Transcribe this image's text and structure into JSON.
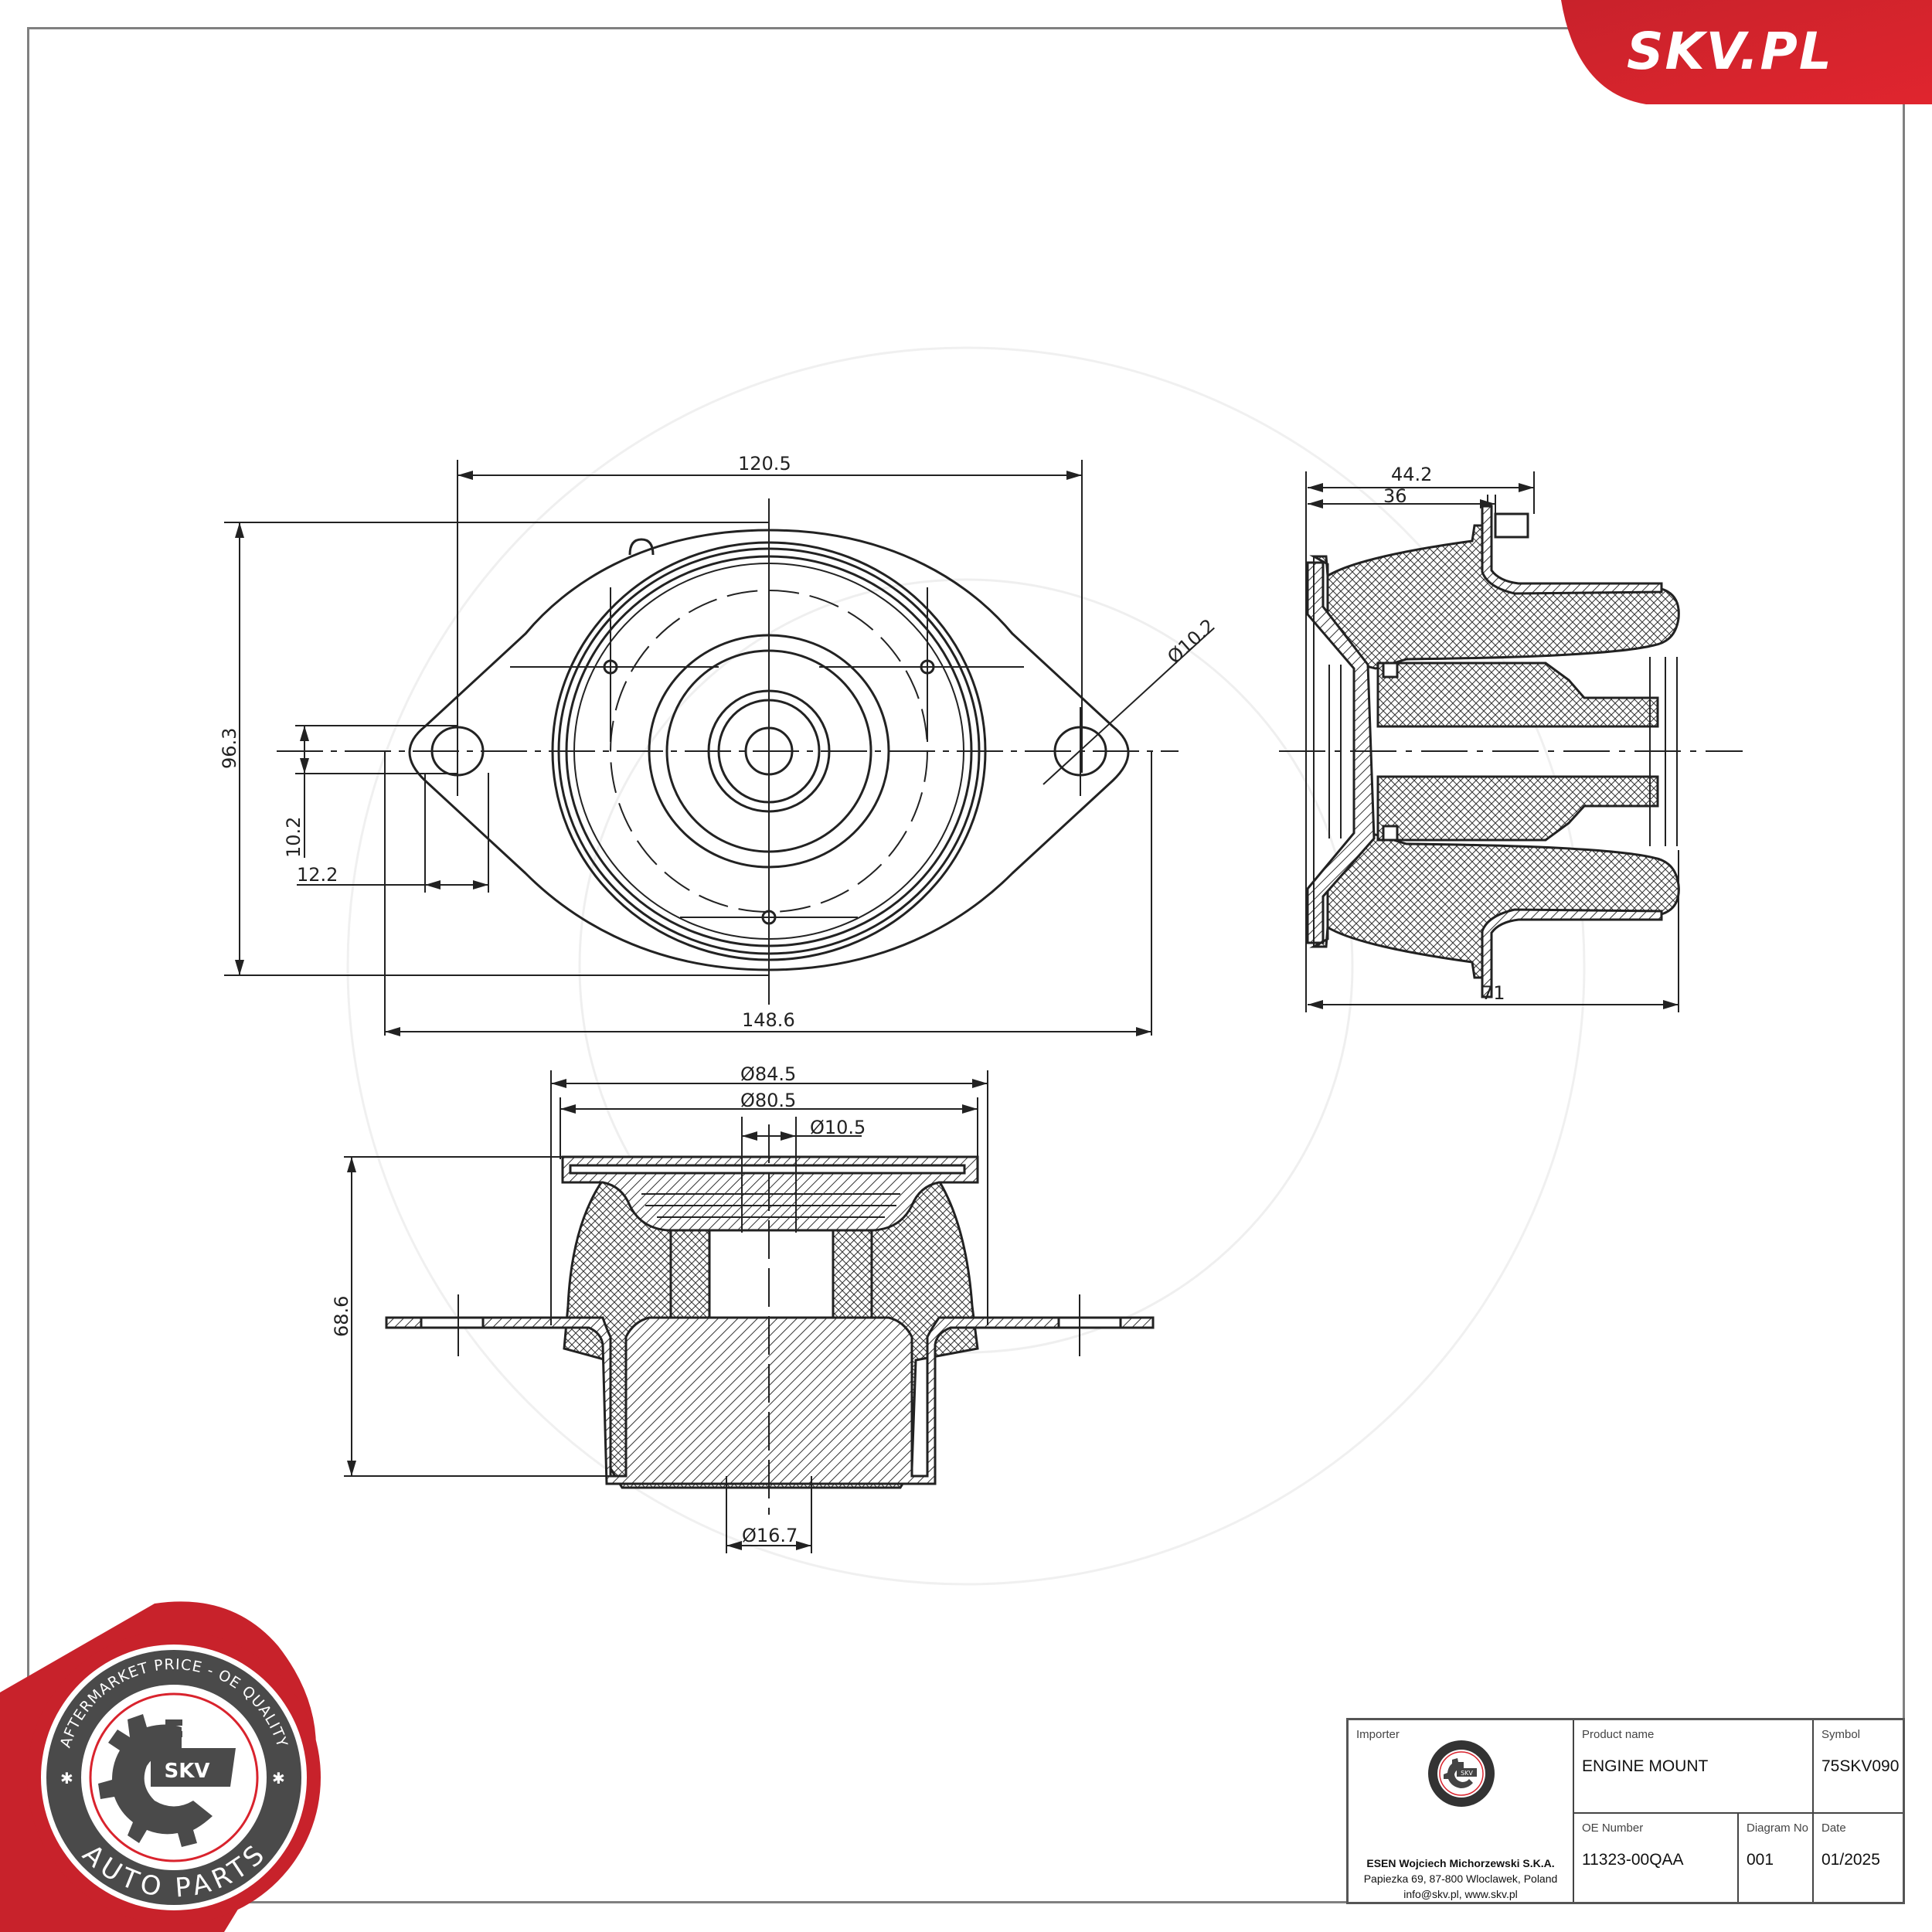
{
  "brand": {
    "site_logo_text": "SKV.PL",
    "primary_color": "#d9232d",
    "dark_gray": "#4a4a4a"
  },
  "badge": {
    "top_arc_text": "AFTERMARKET PRICE - OE QUALITY",
    "center_text": "SKV",
    "bottom_arc_text": "AUTO PARTS"
  },
  "drawing": {
    "top_view": {
      "dims": {
        "hole_spacing": "120.5",
        "overall_height": "96.3",
        "hole_dia": "Ø10.2",
        "slot_height": "10.2",
        "slot_width": "12.2",
        "overall_width": "148.6"
      }
    },
    "side_view": {
      "dims": {
        "depth_outer": "44.2",
        "depth_inner": "36",
        "overall_length": "71"
      }
    },
    "section_view": {
      "dims": {
        "outer_dia": "Ø84.5",
        "inner_dia": "Ø80.5",
        "pin_dia": "Ø10.5",
        "height": "68.6",
        "bore_dia": "Ø16.7"
      }
    }
  },
  "title_block": {
    "importer": {
      "label": "Importer",
      "company": "ESEN Wojciech Michorzewski S.K.A.",
      "address": "Papiezka 69, 87-800 Wloclawek, Poland",
      "contact": "info@skv.pl, www.skv.pl"
    },
    "product_name": {
      "label": "Product name",
      "value": "ENGINE MOUNT"
    },
    "symbol": {
      "label": "Symbol",
      "value": "75SKV090"
    },
    "oe_number": {
      "label": "OE Number",
      "value": "11323-00QAA"
    },
    "diagram_no": {
      "label": "Diagram No",
      "value": "001"
    },
    "date": {
      "label": "Date",
      "value": "01/2025"
    }
  }
}
